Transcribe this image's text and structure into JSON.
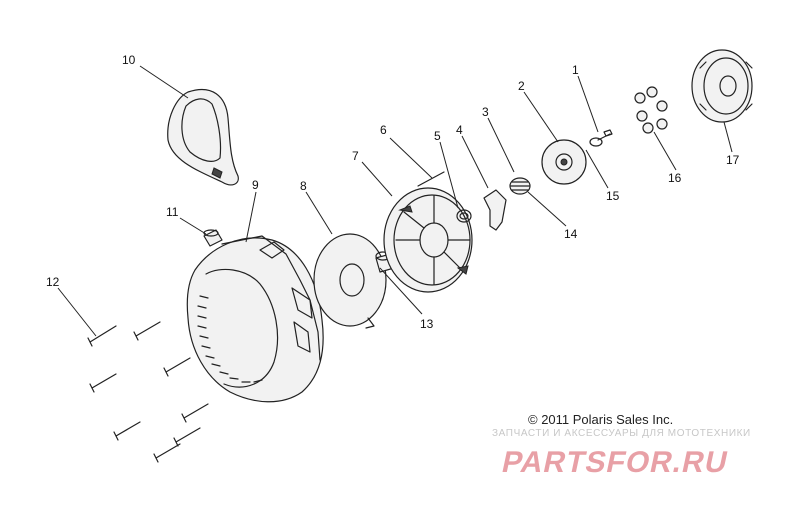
{
  "callouts": [
    "1",
    "2",
    "3",
    "4",
    "5",
    "6",
    "7",
    "8",
    "9",
    "10",
    "11",
    "12",
    "13",
    "14",
    "15",
    "16",
    "17"
  ],
  "copyright": "© 2011 Polaris Sales Inc.",
  "watermark": {
    "tagline": "ЗАПЧАСТИ И АКСЕССУАРЫ ДЛЯ МОТОТЕХНИКИ",
    "logo_text": "PARTSFOR.RU",
    "logo_color": "#e8a0a6"
  }
}
